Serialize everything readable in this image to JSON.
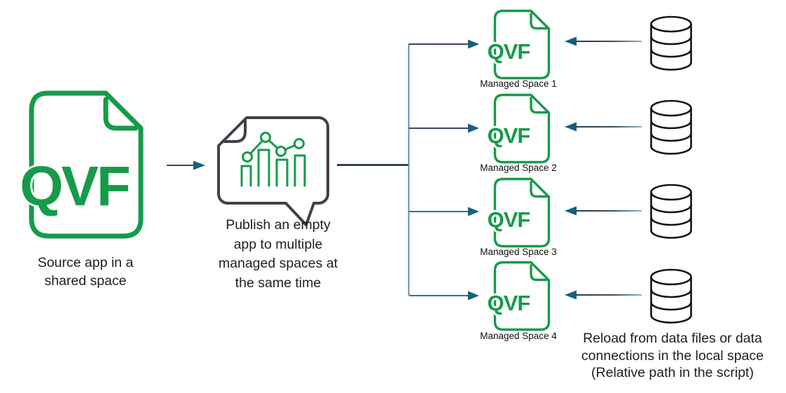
{
  "colors": {
    "green": "#169b4a",
    "bubble-outline": "#404047",
    "line-dark": "#0d2240",
    "line-black": "#1b2f45",
    "line-teal": "#2f7494",
    "line-teal-light": "#4d87a3",
    "arrowhead": "#17607f",
    "db-outline": "#141414",
    "text": "#1f1f1f"
  },
  "source": {
    "file_label": "QVF",
    "caption_lines": [
      "Source app in a",
      "shared space"
    ]
  },
  "publish": {
    "caption_lines": [
      "Publish an empty",
      "app to multiple",
      "managed spaces at",
      "the same time"
    ]
  },
  "managed_spaces": [
    {
      "file_label": "QVF",
      "label": "Managed Space 1"
    },
    {
      "file_label": "QVF",
      "label": "Managed Space 2"
    },
    {
      "file_label": "QVF",
      "label": "Managed Space 3"
    },
    {
      "file_label": "QVF",
      "label": "Managed Space 4"
    }
  ],
  "reload_note": {
    "lines": [
      "Reload from data files or data",
      "connections in the local space",
      "(Relative path in the script)"
    ]
  }
}
